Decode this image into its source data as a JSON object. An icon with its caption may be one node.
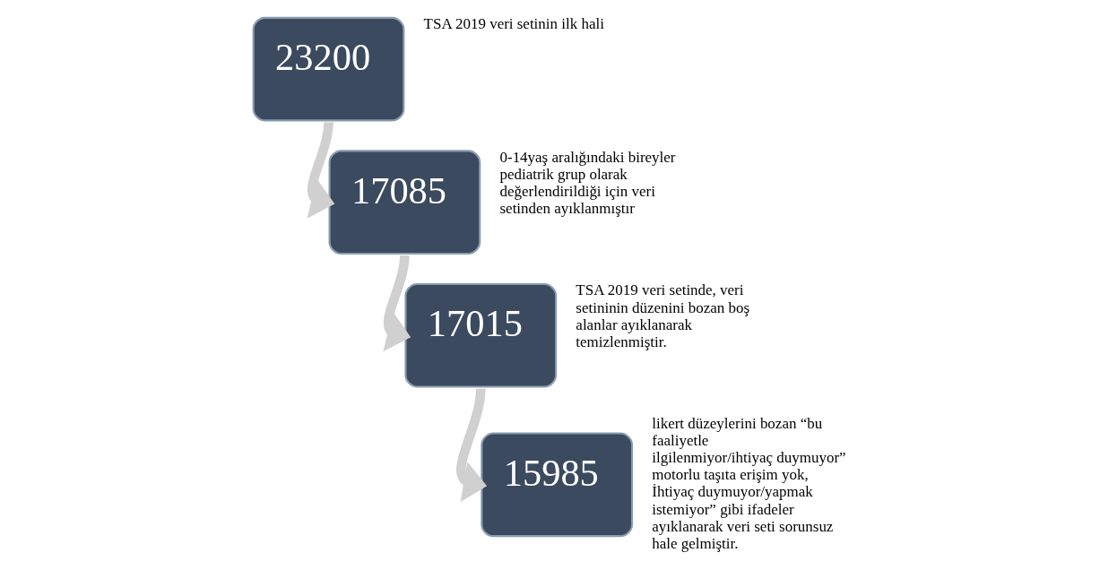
{
  "diagram": {
    "nodes": [
      {
        "text": [
          "23200"
        ],
        "beside": [
          "TSA 2019 veri setinin ilk hali"
        ]
      },
      {
        "text": [
          "17085"
        ],
        "beside": [
          "0-14yaş aralığındaki bireyler pediatrik grup olarak değerlendirildiği için veri setinden ayıklanmıştır"
        ]
      },
      {
        "text": [
          "17015"
        ],
        "beside": [
          "TSA 2019 veri setinde, veri setininin düzenini bozan boş alanlar ayıklanarak temizlenmiştir."
        ]
      },
      {
        "text": [
          "15985"
        ],
        "beside": [
          "likert düzeylerini bozan “bu faaliyetle ilgilenmiyor/ihtiyaç duymuyor” motorlu taşıta erişim yok, İhtiyaç duymuyor/yapmak istemiyor” gibi ifadeler ayıklanarak veri seti sorunsuz hale gelmiştir."
        ]
      }
    ],
    "edges": [
      {
        "from": 0,
        "to": 1,
        "arrow": "to"
      },
      {
        "from": 1,
        "to": 2,
        "arrow": "to"
      },
      {
        "from": 2,
        "to": 3,
        "arrow": "to"
      }
    ]
  }
}
